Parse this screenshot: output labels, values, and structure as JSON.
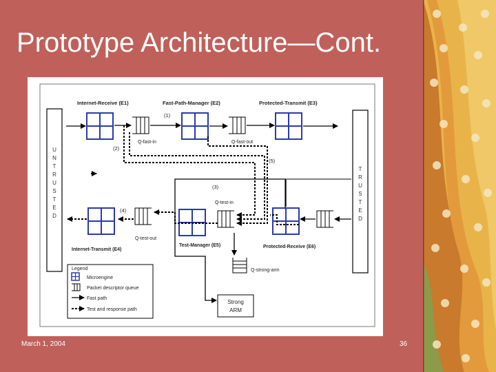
{
  "slide": {
    "title": "Prototype Architecture—Cont.",
    "date": "March 1, 2004",
    "page_number": "36"
  },
  "colors": {
    "background": "#c0605a",
    "engine_blue": "#2a3aa8",
    "deco_orange": "#e39a3c",
    "deco_green": "#8c9a4a"
  },
  "diagram": {
    "untrusted_label": "UNTRUSTED",
    "trusted_label": "TRUSTED",
    "engines": {
      "e1": "Internet-Receive (E1)",
      "e2": "Fast-Path-Manager (E2)",
      "e3": "Protected-Transmit (E3)",
      "e4": "Internet-Transmit (E4)",
      "e5": "Test-Manager (E5)",
      "e6": "Protected-Receive (E6)"
    },
    "queues": {
      "q_fast_in": "Q-fast-in",
      "q_fast_out": "Q-fast-out",
      "q_test_in": "Q-test-in",
      "q_test_out": "Q-test-out",
      "q_strong_arm": "Q-strong-arm"
    },
    "path_labels": {
      "p1": "(1)",
      "p2": "(2)",
      "p3": "(3)",
      "p4": "(4)",
      "p5": "(5)"
    },
    "strong_arm": [
      "Strong",
      "ARM"
    ],
    "legend": {
      "title": "Legend",
      "items": [
        "Microengine",
        "Packet descriptor queue",
        "Fast path",
        "Test and response path"
      ]
    }
  }
}
